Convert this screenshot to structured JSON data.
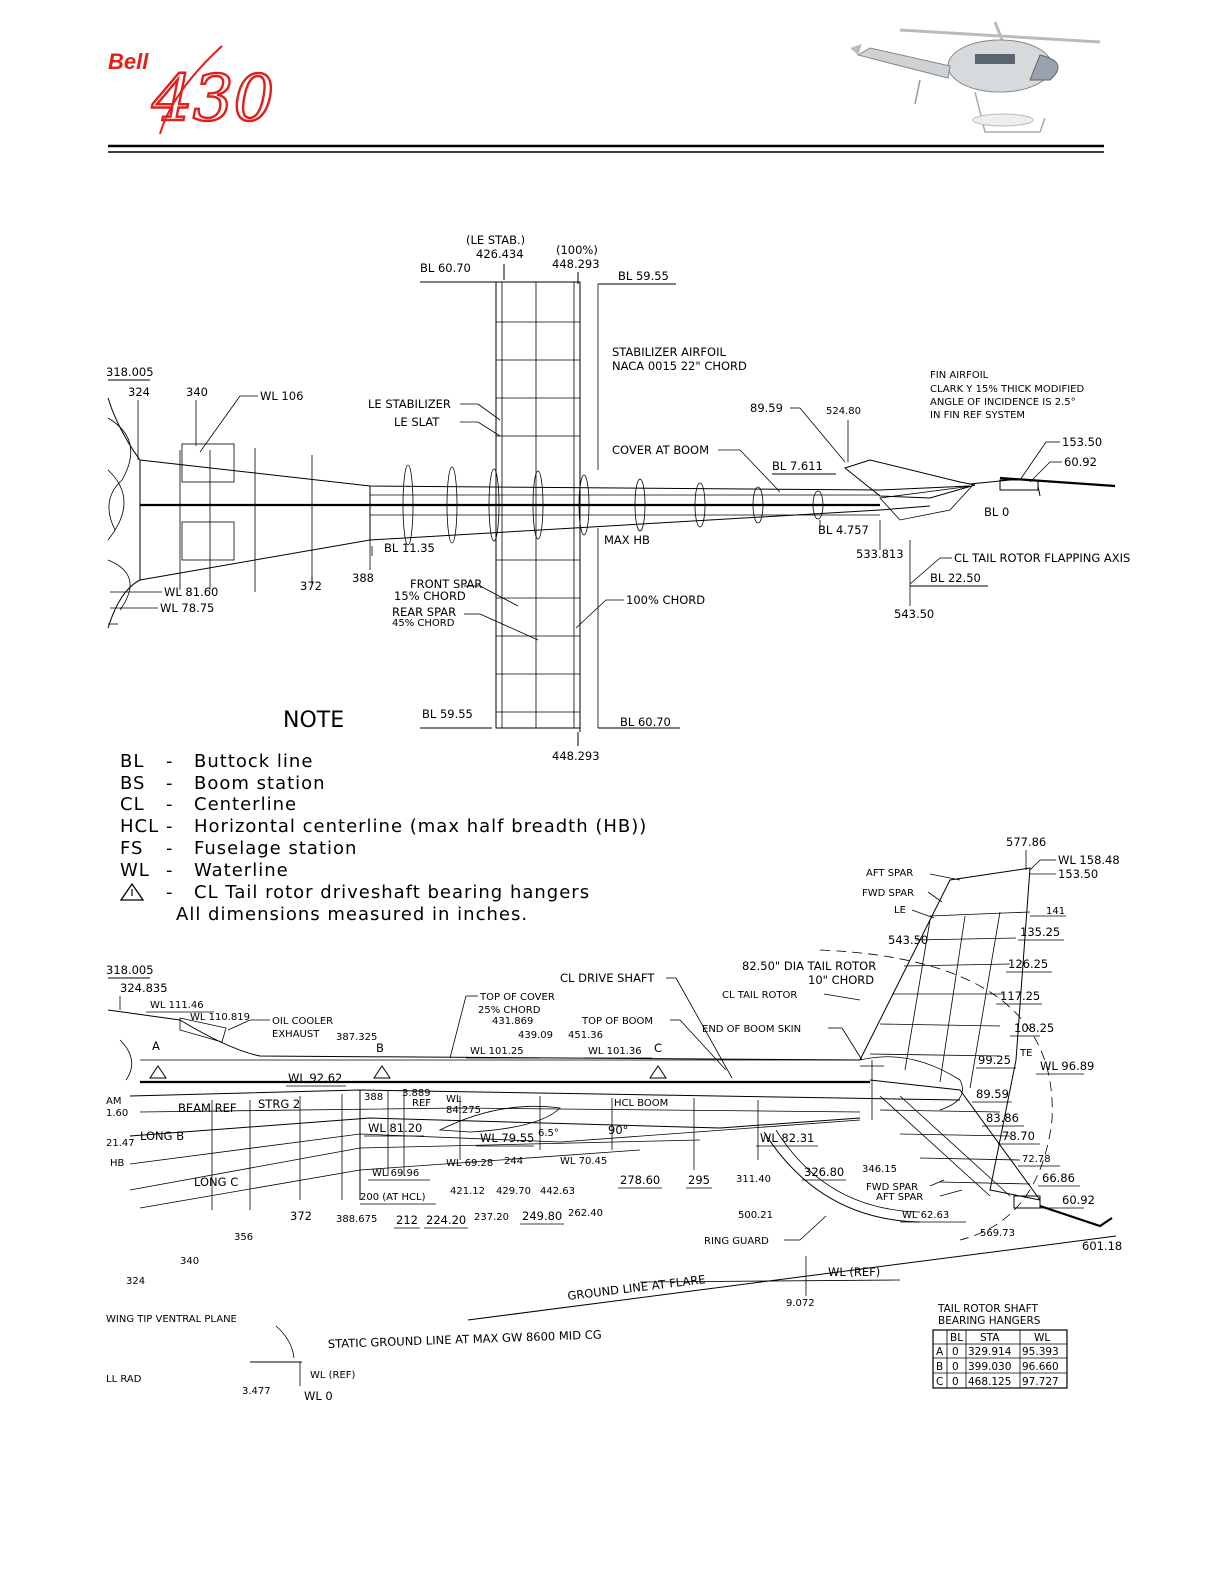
{
  "header": {
    "logo_brand": "Bell",
    "logo_model": "430"
  },
  "top_view": {
    "labels": {
      "le_stab_note": "(LE STAB.)",
      "le_stab_val": "426.434",
      "pct100": "(100%)",
      "pct100_val": "448.293",
      "bl6070_top": "BL 60.70",
      "bl5955_top": "BL 59.55",
      "stab_airfoil_1": "STABILIZER AIRFOIL",
      "stab_airfoil_2": "NACA 0015 22\" CHORD",
      "fin_airfoil_1": "FIN AIRFOIL",
      "fin_airfoil_2": "CLARK Y 15% THICK MODIFIED",
      "fin_airfoil_3": "ANGLE OF INCIDENCE IS 2.5°",
      "fin_airfoil_4": "IN FIN REF SYSTEM",
      "fs318": "318.005",
      "fs324": "324",
      "fs340": "340",
      "wl106": "WL 106",
      "le_stabilizer": "LE STABILIZER",
      "le_slat": "LE SLAT",
      "v8959": "89.59",
      "v52480": "524.80",
      "v15350": "153.50",
      "v6092": "60.92",
      "cover_at_boom": "COVER AT BOOM",
      "bl7611": "BL 7.611",
      "bl0": "BL 0",
      "bl4757": "BL 4.757",
      "max_hb": "MAX HB",
      "bl1135": "BL 11.35",
      "v533": "533.813",
      "cl_flap": "CL TAIL ROTOR FLAPPING AXIS",
      "bl2250": "BL 22.50",
      "v54350": "543.50",
      "wl8160": "WL 81.60",
      "wl7875": "WL 78.75",
      "fs372": "372",
      "fs388": "388",
      "front_spar_1": "FRONT SPAR",
      "front_spar_2": "15% CHORD",
      "rear_spar_1": "REAR SPAR",
      "rear_spar_2": "45% CHORD",
      "chord100": "100% CHORD",
      "bl5955_bot": "BL 59.55",
      "bl6070_bot": "BL 60.70",
      "v448_bot": "448.293"
    }
  },
  "note": {
    "heading": "NOTE",
    "items": [
      {
        "abbr": "BL",
        "dash": "-",
        "desc": "Buttock line"
      },
      {
        "abbr": "BS",
        "dash": "-",
        "desc": "Boom station"
      },
      {
        "abbr": "CL",
        "dash": "-",
        "desc": "Centerline"
      },
      {
        "abbr": "HCL",
        "dash": "-",
        "desc": "Horizontal centerline (max half breadth (HB))"
      },
      {
        "abbr": "FS",
        "dash": "-",
        "desc": "Fuselage station"
      },
      {
        "abbr": "WL",
        "dash": "-",
        "desc": "Waterline"
      },
      {
        "abbr": "",
        "dash": "-",
        "desc": "CL Tail rotor driveshaft bearing hangers"
      }
    ],
    "footer": "All dimensions measured in inches."
  },
  "side_view": {
    "labels": {
      "v57786": "577.86",
      "wl15848": "WL 158.48",
      "v15350": "153.50",
      "aft_spar": "AFT SPAR",
      "fwd_spar": "FWD SPAR",
      "le": "LE",
      "v141": "141",
      "v13525": "135.25",
      "v54350": "543.50",
      "rotor_dia_1": "82.50\" DIA TAIL ROTOR",
      "rotor_dia_2": "10\" CHORD",
      "v12625": "126.25",
      "cl_tail_rotor": "CL TAIL ROTOR",
      "v11725": "117.25",
      "cl_drive": "CL DRIVE SHAFT",
      "fs318": "318.005",
      "fs324835": "324.835",
      "wl11146": "WL 111.46",
      "wl110819": "WL 110.819",
      "oil_cooler_1": "OIL COOLER",
      "oil_cooler_2": "EXHAUST",
      "v387325": "387.325",
      "top_cover": "TOP OF COVER",
      "chord25": "25% CHORD",
      "v431869": "431.869",
      "v43909": "439.09",
      "v45136": "451.36",
      "top_boom": "TOP OF BOOM",
      "end_boom": "END OF BOOM SKIN",
      "v10825": "108.25",
      "v9925": "99.25",
      "te": "TE",
      "wl9689": "WL 96.89",
      "hang_a": "A",
      "hang_b": "B",
      "hang_c": "C",
      "wl10125a": "WL 101.25",
      "wl10136": "WL 101.36",
      "wl9262": "WL 92.62",
      "v388": "388",
      "v3889": "3.889",
      "ref": "REF",
      "wl84275_1": "WL",
      "wl84275_2": "84.275",
      "hcl_boom": "HCL BOOM",
      "v8959": "89.59",
      "beam_ref": "BEAM REF",
      "strg2": "STRG 2",
      "v8386": "83.86",
      "v7870": "78.70",
      "am": "AM",
      "v160": "1.60",
      "wl8120": "WL 81.20",
      "wl7955": "WL 79.55",
      "v65": "6.5°",
      "v90": "90°",
      "wl8231": "WL 82.31",
      "long_b": "LONG B",
      "v2147": "21.47",
      "hb": "HB",
      "wl6896": "WL 69.96",
      "wl6928": "WL 69.28",
      "v244": "244",
      "wl7045": "WL 70.45",
      "v7278": "72.78",
      "v6686": "66.86",
      "long_c": "LONG C",
      "v42112": "421.12",
      "v42970": "429.70",
      "v4426": "442.63",
      "v27860": "278.60",
      "v295": "295",
      "v31140": "311.40",
      "v32680": "326.80",
      "v34615": "346.15",
      "fwd_spar_b": "FWD SPAR",
      "aft_spar_b": "AFT SPAR",
      "v6092": "60.92",
      "v200hcl": "200 (AT HCL)",
      "wl6263": "WL 62.63",
      "fs372": "372",
      "v388675": "388.675",
      "v212": "212",
      "v22420": "224.20",
      "v23720": "237.20",
      "v24980": "249.80",
      "v26240": "262.40",
      "v50021": "500.21",
      "v56973": "569.73",
      "v60118": "601.18",
      "fs356": "356",
      "ring_guard": "RING GUARD",
      "fs340": "340",
      "wl_ref": "WL (REF)",
      "fs324": "324",
      "ground_flare": "GROUND LINE AT FLARE",
      "v9072": "9.072",
      "wing_tip": "WING TIP VENTRAL PLANE",
      "static_ground": "STATIC GROUND LINE AT MAX GW 8600 MID CG",
      "wl_ref2": "WL (REF)",
      "ll_rad": "LL RAD",
      "v3477": "3.477",
      "wl0": "WL 0"
    }
  },
  "bearing_table": {
    "title_1": "TAIL ROTOR SHAFT",
    "title_2": "BEARING HANGERS",
    "headers": [
      "",
      "BL",
      "STA",
      "WL"
    ],
    "rows": [
      [
        "A",
        "0",
        "329.914",
        "95.393"
      ],
      [
        "B",
        "0",
        "399.030",
        "96.660"
      ],
      [
        "C",
        "0",
        "468.125",
        "97.727"
      ]
    ]
  },
  "colors": {
    "logo_red": "#e0201c",
    "line": "#000000"
  }
}
